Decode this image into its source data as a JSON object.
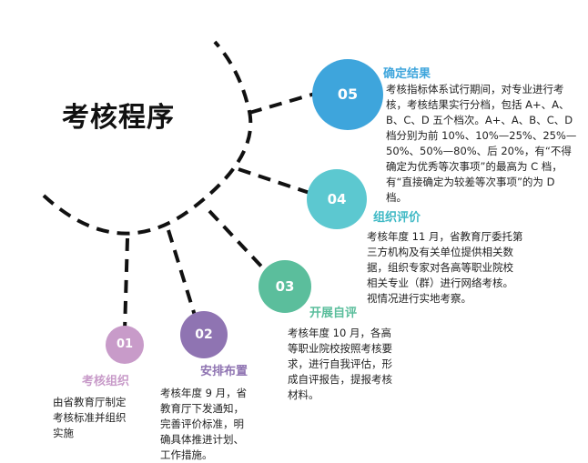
{
  "title": "考核程序",
  "colors": {
    "step01": "#C89BC9",
    "step02": "#8F74B2",
    "step03": "#5BBE9C",
    "step04": "#5CC8D0",
    "step05": "#3EA5DC",
    "connector": "#111111"
  },
  "steps": [
    {
      "num": "01",
      "title": "考核组织",
      "desc": "由省教育厅制定考核标准并组织实施"
    },
    {
      "num": "02",
      "title": "安排布置",
      "desc": "考核年度 9 月，省教育厅下发通知，完善评价标准，明确具体推进计划、工作措施。"
    },
    {
      "num": "03",
      "title": "开展自评",
      "desc": "考核年度 10 月，各高等职业院校按照考核要求，进行自我评估，形成自评报告，提报考核材料。"
    },
    {
      "num": "04",
      "title": "组织评价",
      "desc": "考核年度 11 月，省教育厅委托第三方机构及有关单位提供相关数据，组织专家对各高等职业院校相关专业（群）进行网络考核。视情况进行实地考察。"
    },
    {
      "num": "05",
      "title": "确定结果",
      "desc": "考核指标体系试行期间，对专业进行考核，考核结果实行分档，包括 A+、A、B、C、D 五个档次。A+、A、B、C、D 档分别为前 10%、10%—25%、25%—50%、50%—80%、后 20%，有“不得确定为优秀等次事项”的最高为 C 档，有“直接确定为较差等次事项”的为 D 档。"
    }
  ]
}
